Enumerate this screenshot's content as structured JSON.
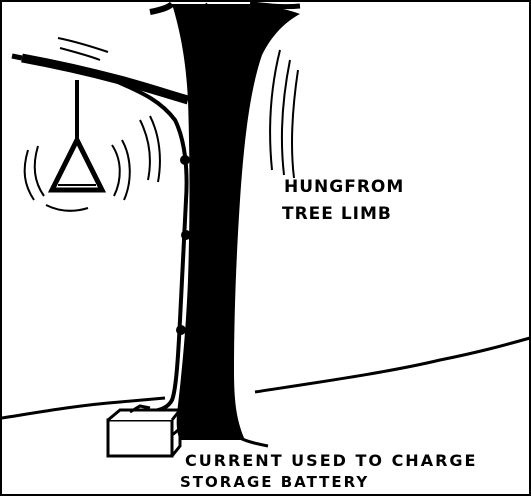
{
  "labels": {
    "tree_label_line1": "HUNGFROM",
    "tree_label_line2": "TREE LIMB",
    "caption_line1": "CURRENT USED TO CHARGE",
    "caption_line2": "STORAGE BATTERY"
  },
  "icons": [
    "tree-icon",
    "triangle-pendulum-icon",
    "battery-icon"
  ],
  "colors": {
    "ink": "#000000",
    "paper": "#ffffff"
  }
}
